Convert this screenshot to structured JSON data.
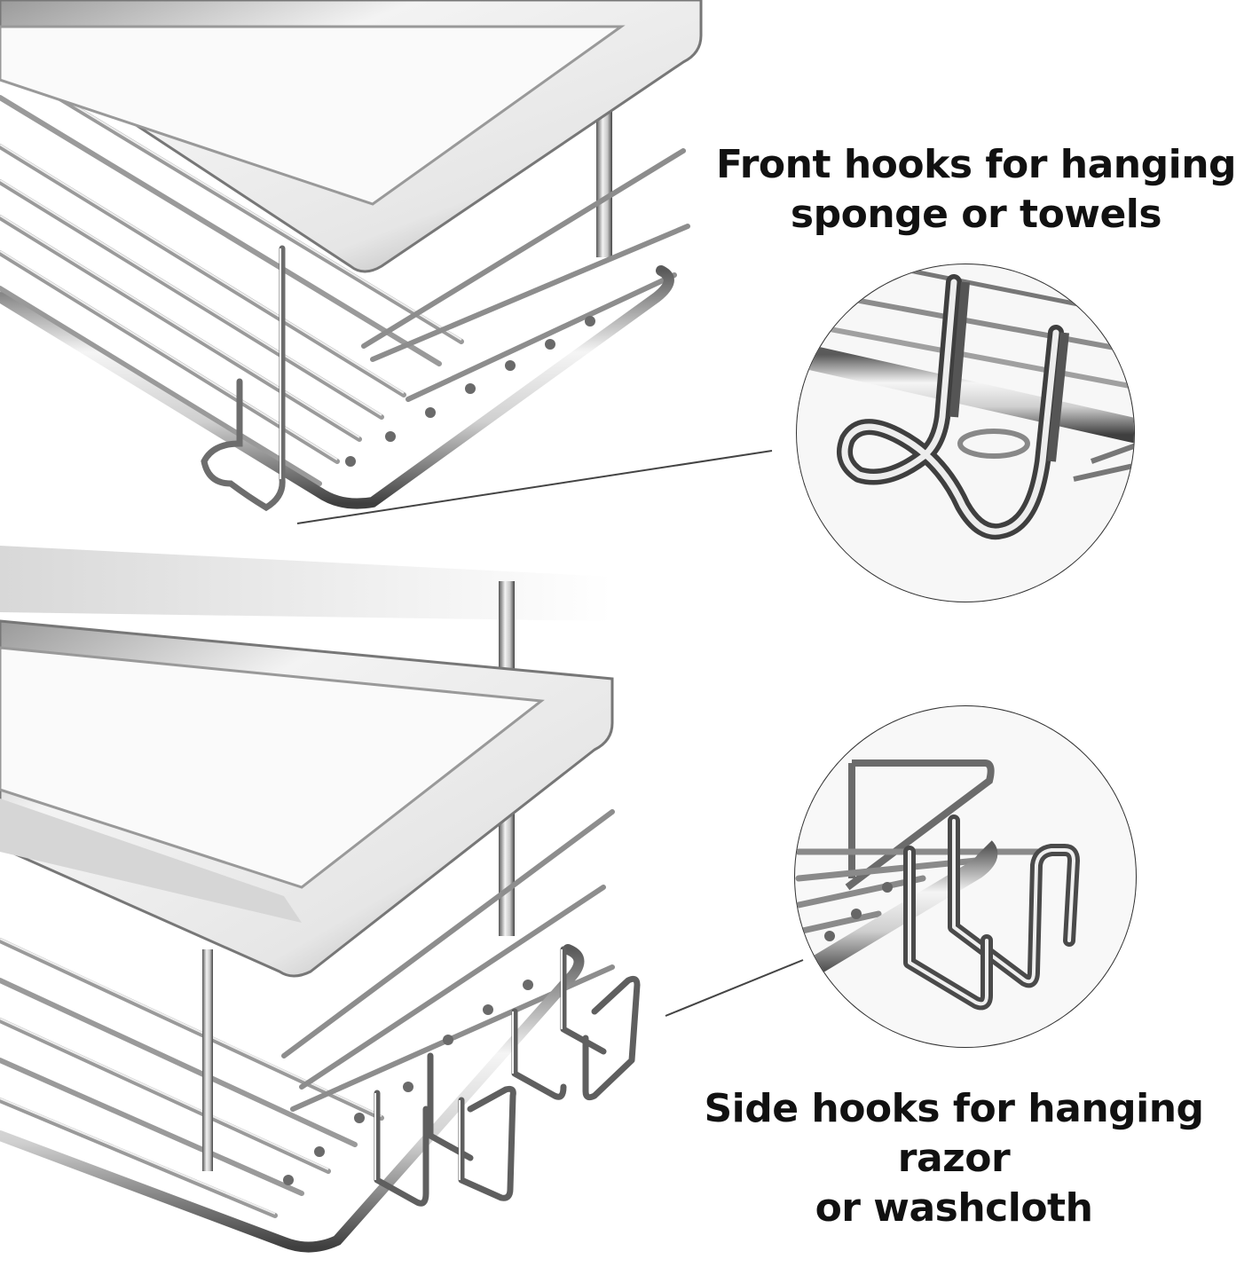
{
  "captions": {
    "front": {
      "line1": "Front hooks for hanging",
      "line2": "sponge or towels"
    },
    "side": {
      "line1": "Side hooks for hanging razor",
      "line2": "or washcloth"
    }
  },
  "colors": {
    "background": "#ffffff",
    "chrome_light": "#f4f4f4",
    "chrome_mid": "#bdbdbd",
    "chrome_dark": "#4a4a4a",
    "text": "#111111"
  }
}
